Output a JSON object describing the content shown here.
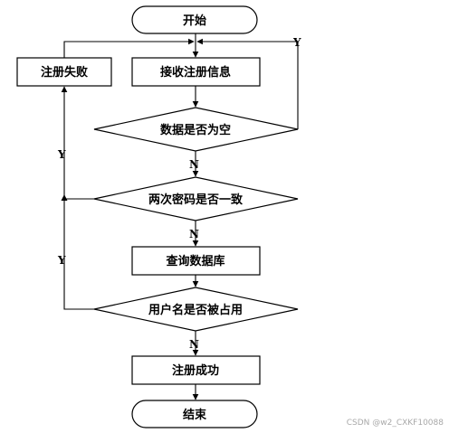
{
  "nodes": {
    "start": "开始",
    "receive": "接收注册信息",
    "fail": "注册失败",
    "check_empty": "数据是否为空",
    "check_password": "两次密码是否一致",
    "query_db": "查询数据库",
    "check_username": "用户名是否被占用",
    "success": "注册成功",
    "end": "结束"
  },
  "edge_labels": {
    "empty_yes": "Y",
    "empty_no": "N",
    "password_yes": "Y",
    "password_no": "N",
    "username_yes": "Y",
    "username_no": "N"
  },
  "watermark": "CSDN @w2_CXKF10088"
}
